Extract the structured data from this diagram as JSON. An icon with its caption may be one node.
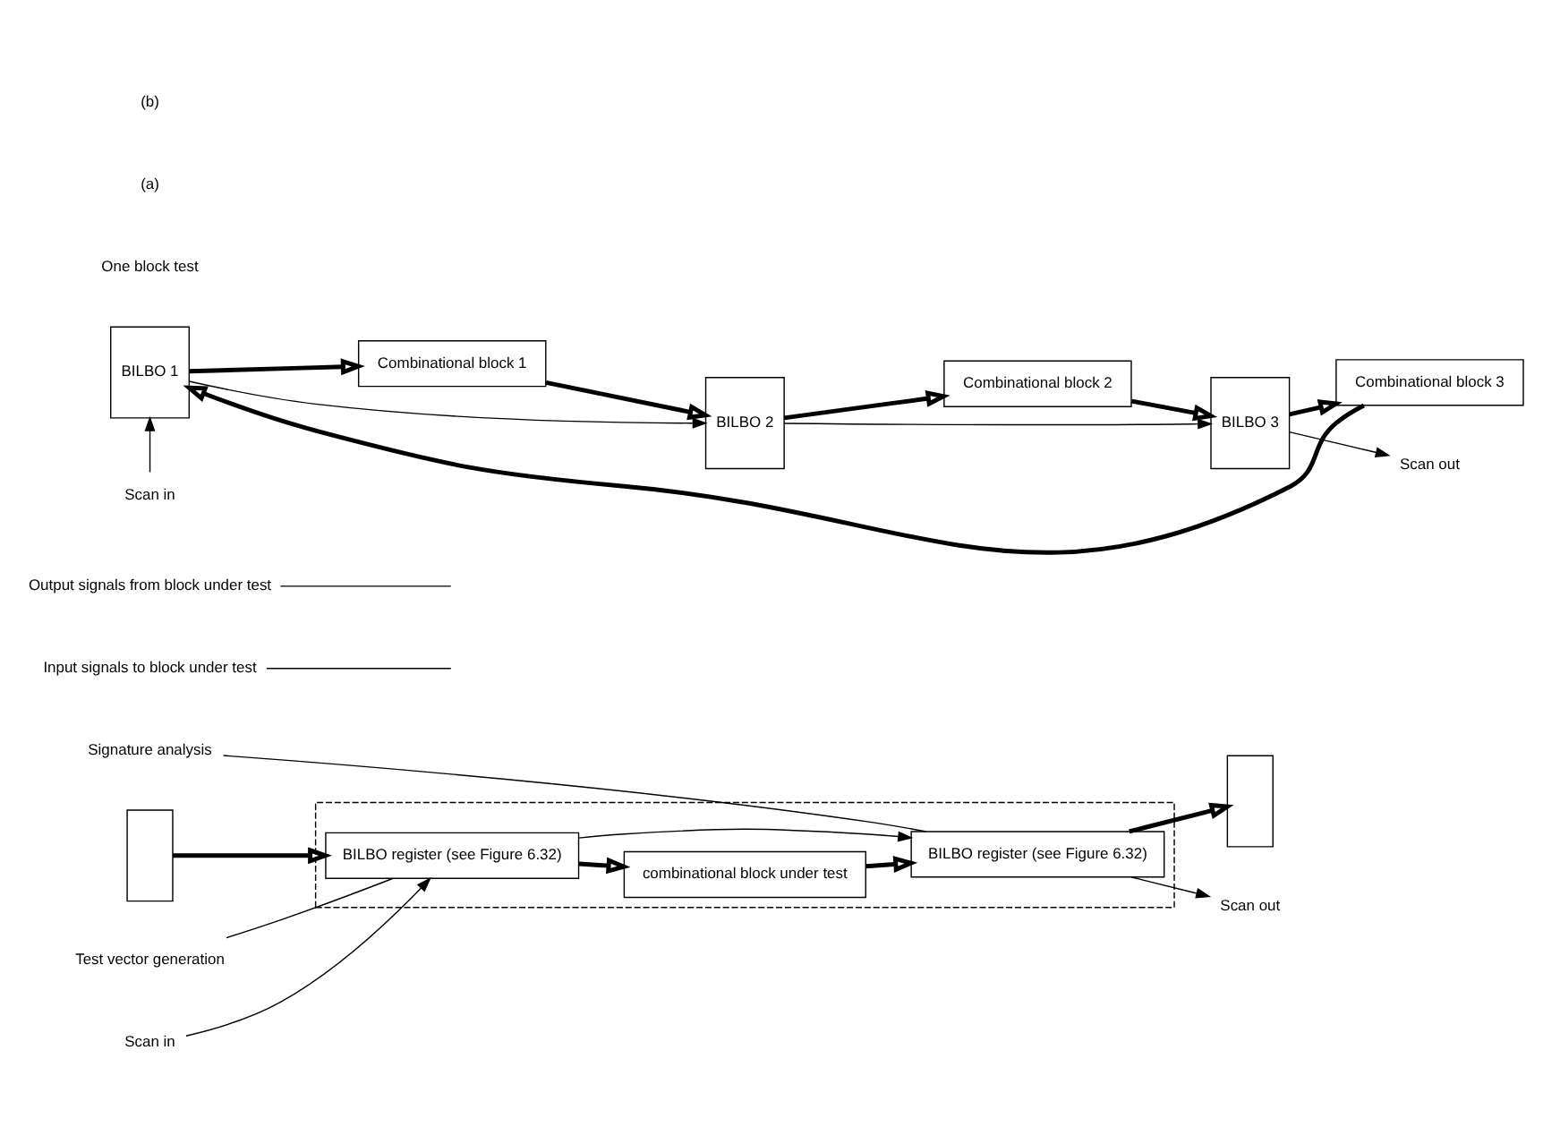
{
  "diagram": {
    "nodes": [
      {
        "text": [],
        "shape": "box"
      },
      {
        "text": [],
        "shape": "box"
      },
      {
        "text": [
          "BILBO register (see Figure 6.32)"
        ],
        "in": 0
      },
      {
        "text": [
          "combinational block under test"
        ],
        "in": 0
      },
      {
        "text": [
          "BILBO register (see Figure 6.32)"
        ],
        "in": 0
      },
      {
        "text": [],
        "shape": "box"
      },
      {
        "text": [
          "Test vector generation"
        ]
      },
      {
        "text": [
          "Input signals to block under test"
        ]
      },
      {
        "text": [
          "Output signals from block under test"
        ]
      },
      {
        "text": [
          "Signature analysis"
        ]
      },
      {
        "text": [
          "Scan in"
        ]
      },
      {
        "text": [
          "Scan out"
        ]
      },
      {
        "text": [
          "BILBO 1"
        ]
      },
      {
        "text": [
          "Combinational block 1"
        ]
      },
      {
        "text": [
          "BILBO 2"
        ]
      },
      {
        "text": [
          "Combinational block 2"
        ]
      },
      {
        "text": [
          "BILBO 3"
        ]
      },
      {
        "text": [
          "Combinational block 3"
        ]
      },
      {
        "text": [
          "Scan in"
        ]
      },
      {
        "text": [
          "Scan out"
        ]
      }
    ],
    "edges": [
      {
        "from": 1,
        "to": 2,
        "arrow": "to",
        "style": "thick"
      },
      {
        "from": 2,
        "to": 3,
        "arrow": "to",
        "style": "thick"
      },
      {
        "from": 3,
        "to": 4,
        "arrow": "to",
        "style": "thick"
      },
      {
        "from": 4,
        "to": 5,
        "arrow": "to",
        "style": "thick"
      },
      {
        "from": 10,
        "to": 2,
        "arrow": "to"
      },
      {
        "from": 2,
        "to": 4,
        "arrow": "to"
      },
      {
        "from": 4,
        "to": 11,
        "arrow": "to"
      },
      {
        "from": 6,
        "to": 2,
        "arrow": "none"
      },
      {
        "from": 7,
        "to": null,
        "arrow": "none"
      },
      {
        "from": 8,
        "to": null,
        "arrow": "none"
      },
      {
        "from": 9,
        "to": 4,
        "arrow": "none"
      },
      {
        "from": 17,
        "to": 12,
        "arrow": "to",
        "style": "thick"
      },
      {
        "from": 12,
        "to": 13,
        "arrow": "to",
        "style": "thick"
      },
      {
        "from": 13,
        "to": 14,
        "arrow": "to",
        "style": "thick"
      },
      {
        "from": 14,
        "to": 15,
        "arrow": "to",
        "style": "thick"
      },
      {
        "from": 15,
        "to": 16,
        "arrow": "to",
        "style": "thick"
      },
      {
        "from": 16,
        "to": 17,
        "arrow": "to",
        "style": "thick"
      },
      {
        "from": 18,
        "to": 12,
        "arrow": "to"
      },
      {
        "from": 12,
        "to": 14,
        "arrow": "to"
      },
      {
        "from": 14,
        "to": 16,
        "arrow": "to"
      },
      {
        "from": 16,
        "to": 19,
        "arrow": "to"
      }
    ],
    "labels": [
      "One block test",
      "(a)",
      "(b)"
    ]
  }
}
